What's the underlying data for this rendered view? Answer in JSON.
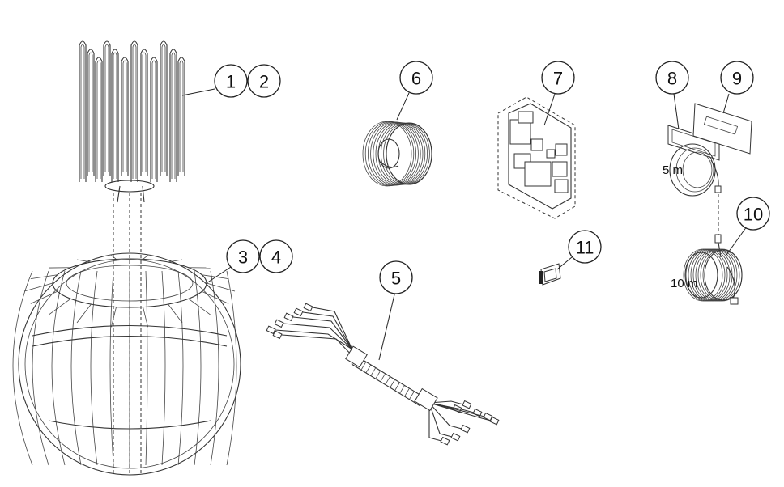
{
  "callouts": {
    "c1": "1",
    "c2": "2",
    "c3": "3",
    "c4": "4",
    "c5": "5",
    "c6": "6",
    "c7": "7",
    "c8": "8",
    "c9": "9",
    "c10": "10",
    "c11": "11"
  },
  "labels": {
    "cable_short": "5 m",
    "cable_long": "10 m"
  }
}
